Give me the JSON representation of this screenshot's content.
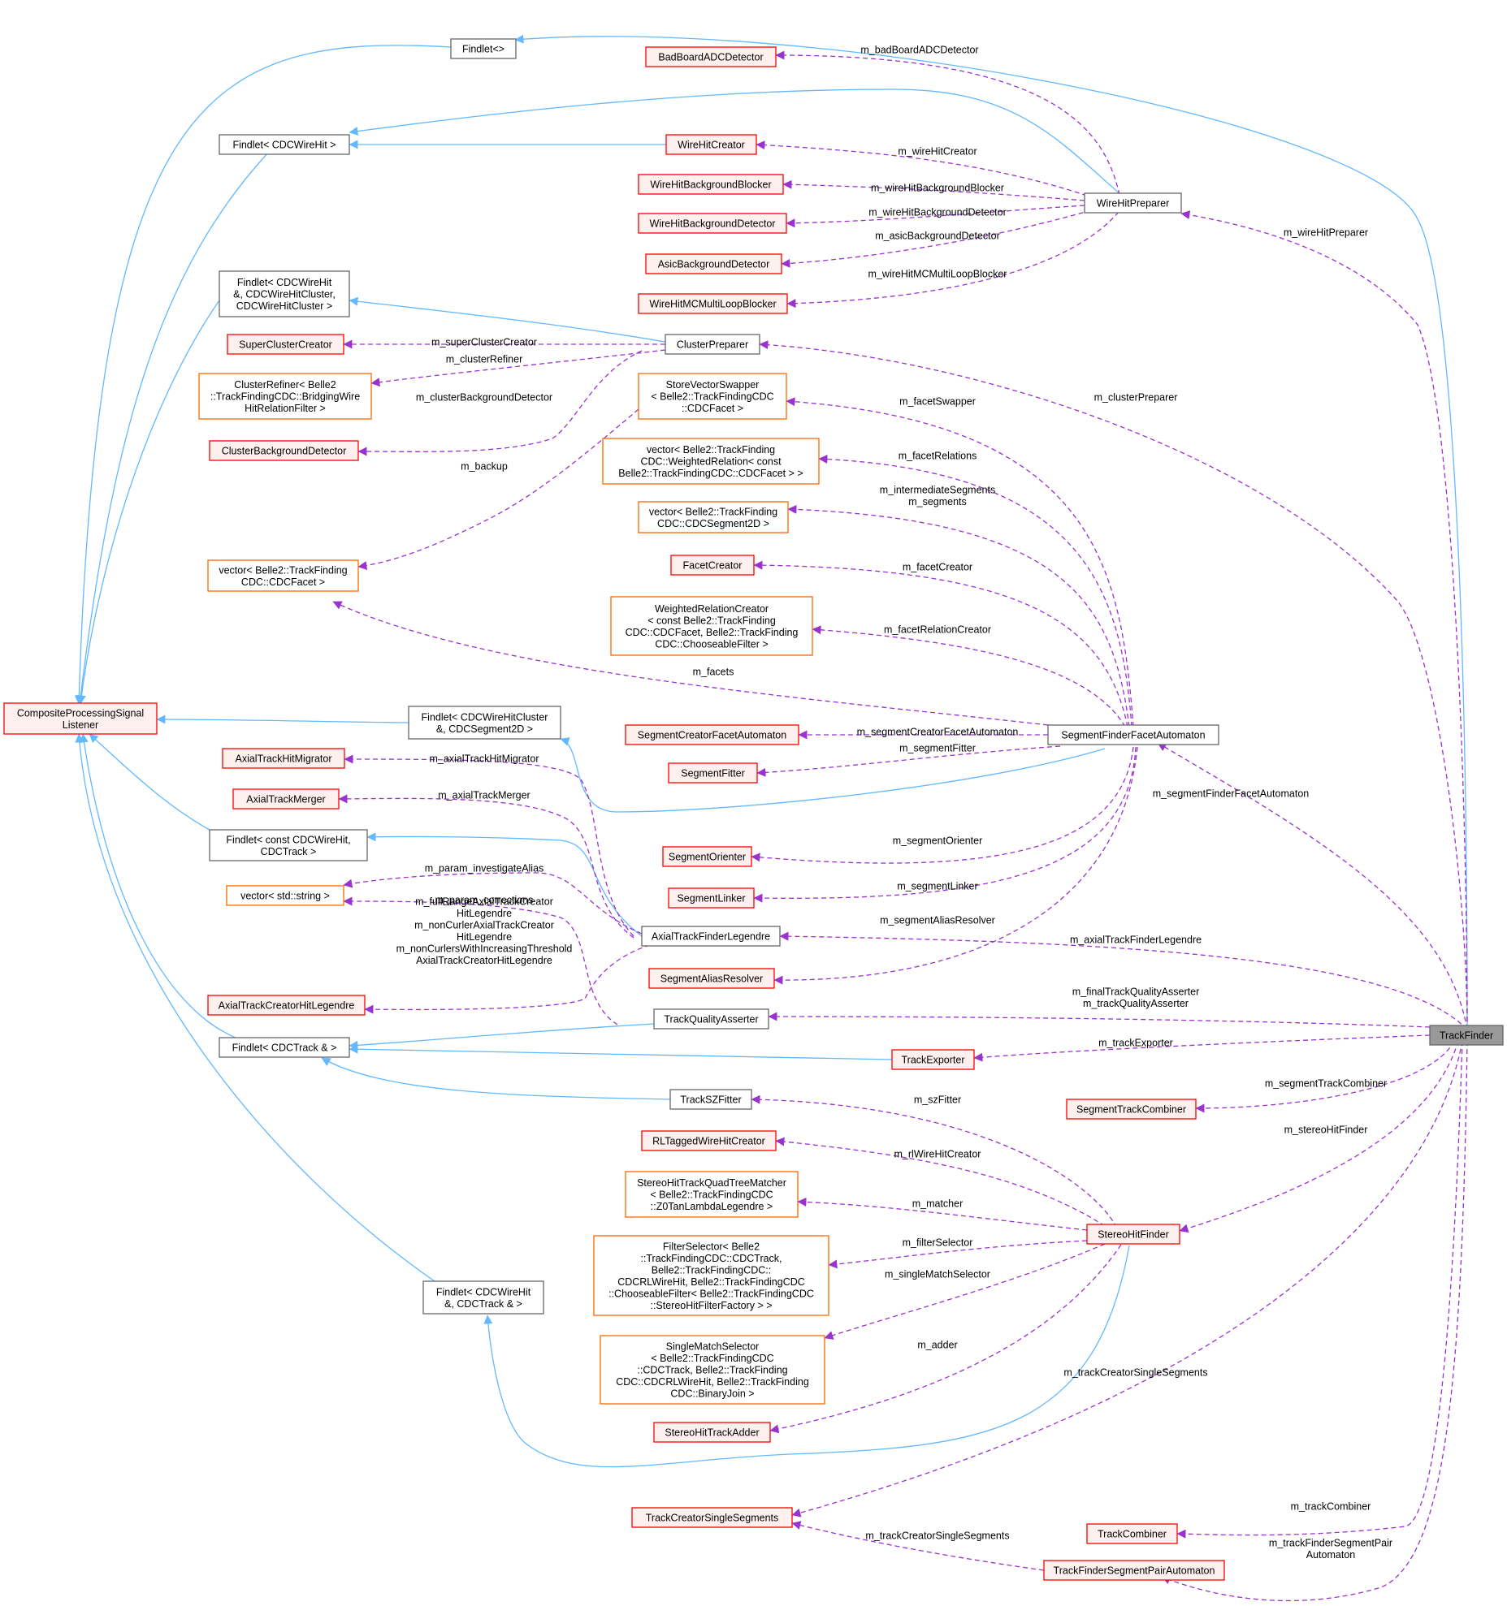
{
  "colors": {
    "inheritance": "#63b8ff",
    "usage": "#9a32cd",
    "node_border_default": "#666666",
    "node_border_red": "#ff0000",
    "node_border_orange": "#ff6600",
    "node_fill_default": "#ffffff",
    "node_fill_red": "#fff0f0",
    "node_fill_focus": "#999999"
  },
  "nodes": [
    {
      "id": "findlet_tpl",
      "lines": [
        "Findlet<>"
      ],
      "style": "default"
    },
    {
      "id": "bad_board",
      "lines": [
        "BadBoardADCDetector"
      ],
      "style": "red"
    },
    {
      "id": "findlet_wirehit",
      "lines": [
        "Findlet< CDCWireHit >"
      ],
      "style": "default"
    },
    {
      "id": "wirehit_creator",
      "lines": [
        "WireHitCreator"
      ],
      "style": "red"
    },
    {
      "id": "wh_bg_blocker",
      "lines": [
        "WireHitBackgroundBlocker"
      ],
      "style": "red"
    },
    {
      "id": "wh_bg_detector",
      "lines": [
        "WireHitBackgroundDetector"
      ],
      "style": "red"
    },
    {
      "id": "asic_bg",
      "lines": [
        "AsicBackgroundDetector"
      ],
      "style": "red"
    },
    {
      "id": "wh_mc_blocker",
      "lines": [
        "WireHitMCMultiLoopBlocker"
      ],
      "style": "red"
    },
    {
      "id": "wirehit_preparer",
      "lines": [
        "WireHitPreparer"
      ],
      "style": "default"
    },
    {
      "id": "findlet_cluster",
      "lines": [
        "Findlet< CDCWireHit",
        " &, CDCWireHitCluster,",
        "CDCWireHitCluster >"
      ],
      "style": "default"
    },
    {
      "id": "super_cluster",
      "lines": [
        "SuperClusterCreator"
      ],
      "style": "red"
    },
    {
      "id": "cluster_preparer",
      "lines": [
        "ClusterPreparer"
      ],
      "style": "default"
    },
    {
      "id": "cluster_refiner",
      "lines": [
        "ClusterRefiner< Belle2",
        "::TrackFindingCDC::BridgingWire",
        "HitRelationFilter >"
      ],
      "style": "orange"
    },
    {
      "id": "cluster_bg",
      "lines": [
        "ClusterBackgroundDetector"
      ],
      "style": "red"
    },
    {
      "id": "store_swapper",
      "lines": [
        "StoreVectorSwapper",
        "< Belle2::TrackFindingCDC",
        "::CDCFacet >"
      ],
      "style": "orange"
    },
    {
      "id": "vec_weighted",
      "lines": [
        "vector< Belle2::TrackFinding",
        "CDC::WeightedRelation< const",
        "Belle2::TrackFindingCDC::CDCFacet > >"
      ],
      "style": "orange"
    },
    {
      "id": "vec_segment2d",
      "lines": [
        "vector< Belle2::TrackFinding",
        "CDC::CDCSegment2D >"
      ],
      "style": "orange"
    },
    {
      "id": "facet_creator",
      "lines": [
        "FacetCreator"
      ],
      "style": "red"
    },
    {
      "id": "vec_facet",
      "lines": [
        "vector< Belle2::TrackFinding",
        "CDC::CDCFacet >"
      ],
      "style": "orange"
    },
    {
      "id": "weighted_rel_creator",
      "lines": [
        "WeightedRelationCreator",
        "< const Belle2::TrackFinding",
        "CDC::CDCFacet, Belle2::TrackFinding",
        "CDC::ChooseableFilter >"
      ],
      "style": "orange"
    },
    {
      "id": "composite",
      "lines": [
        "CompositeProcessingSignal",
        "Listener"
      ],
      "style": "red"
    },
    {
      "id": "findlet_seg2d",
      "lines": [
        "Findlet< CDCWireHitCluster",
        " &, CDCSegment2D >"
      ],
      "style": "default"
    },
    {
      "id": "seg_creator_fa",
      "lines": [
        "SegmentCreatorFacetAutomaton"
      ],
      "style": "red"
    },
    {
      "id": "seg_finder_fa",
      "lines": [
        "SegmentFinderFacetAutomaton"
      ],
      "style": "default"
    },
    {
      "id": "axial_migrator",
      "lines": [
        "AxialTrackHitMigrator"
      ],
      "style": "red"
    },
    {
      "id": "segment_fitter",
      "lines": [
        "SegmentFitter"
      ],
      "style": "red"
    },
    {
      "id": "axial_merger",
      "lines": [
        "AxialTrackMerger"
      ],
      "style": "red"
    },
    {
      "id": "findlet_const",
      "lines": [
        "Findlet< const CDCWireHit,",
        "CDCTrack >"
      ],
      "style": "default"
    },
    {
      "id": "segment_orienter",
      "lines": [
        "SegmentOrienter"
      ],
      "style": "red"
    },
    {
      "id": "vec_string",
      "lines": [
        "vector< std::string >"
      ],
      "style": "orange"
    },
    {
      "id": "segment_linker",
      "lines": [
        "SegmentLinker"
      ],
      "style": "red"
    },
    {
      "id": "axial_legendre",
      "lines": [
        "AxialTrackFinderLegendre"
      ],
      "style": "default"
    },
    {
      "id": "axial_creator_legendre",
      "lines": [
        "AxialTrackCreatorHitLegendre"
      ],
      "style": "red"
    },
    {
      "id": "seg_alias",
      "lines": [
        "SegmentAliasResolver"
      ],
      "style": "red"
    },
    {
      "id": "track_quality",
      "lines": [
        "TrackQualityAsserter"
      ],
      "style": "default"
    },
    {
      "id": "findlet_track",
      "lines": [
        "Findlet< CDCTrack & >"
      ],
      "style": "default"
    },
    {
      "id": "track_exporter",
      "lines": [
        "TrackExporter"
      ],
      "style": "red"
    },
    {
      "id": "track_finder",
      "lines": [
        "TrackFinder"
      ],
      "style": "focus"
    },
    {
      "id": "track_sz",
      "lines": [
        "TrackSZFitter"
      ],
      "style": "default"
    },
    {
      "id": "seg_track_combiner",
      "lines": [
        "SegmentTrackCombiner"
      ],
      "style": "red"
    },
    {
      "id": "rl_tagged",
      "lines": [
        "RLTaggedWireHitCreator"
      ],
      "style": "red"
    },
    {
      "id": "stereo_quadtree",
      "lines": [
        "StereoHitTrackQuadTreeMatcher",
        "< Belle2::TrackFindingCDC",
        "::Z0TanLambdaLegendre >"
      ],
      "style": "orange"
    },
    {
      "id": "stereo_finder",
      "lines": [
        "StereoHitFinder"
      ],
      "style": "red"
    },
    {
      "id": "filter_selector",
      "lines": [
        "FilterSelector< Belle2",
        "::TrackFindingCDC::CDCTrack,",
        " Belle2::TrackFindingCDC::",
        "CDCRLWireHit, Belle2::TrackFindingCDC",
        "::ChooseableFilter< Belle2::TrackFindingCDC",
        "::StereoHitFilterFactory > >"
      ],
      "style": "orange"
    },
    {
      "id": "findlet_wh_track",
      "lines": [
        "Findlet< CDCWireHit",
        "&, CDCTrack & >"
      ],
      "style": "default"
    },
    {
      "id": "single_match",
      "lines": [
        "SingleMatchSelector",
        "< Belle2::TrackFindingCDC",
        "::CDCTrack, Belle2::TrackFinding",
        "CDC::CDCRLWireHit, Belle2::TrackFinding",
        "CDC::BinaryJoin >"
      ],
      "style": "orange"
    },
    {
      "id": "stereo_adder",
      "lines": [
        "StereoHitTrackAdder"
      ],
      "style": "red"
    },
    {
      "id": "track_creator_single",
      "lines": [
        "TrackCreatorSingleSegments"
      ],
      "style": "red"
    },
    {
      "id": "track_combiner",
      "lines": [
        "TrackCombiner"
      ],
      "style": "red"
    },
    {
      "id": "tf_segpair",
      "lines": [
        "TrackFinderSegmentPairAutomaton"
      ],
      "style": "red"
    }
  ],
  "edge_labels": [
    {
      "id": "badboard",
      "lines": [
        "m_badBoardADCDetector"
      ]
    },
    {
      "id": "whcreator",
      "lines": [
        "m_wireHitCreator"
      ]
    },
    {
      "id": "whbgblocker",
      "lines": [
        "m_wireHitBackgroundBlocker"
      ]
    },
    {
      "id": "whbgdetector",
      "lines": [
        "m_wireHitBackgroundDetector"
      ]
    },
    {
      "id": "asicbg",
      "lines": [
        "m_asicBackgroundDetector"
      ]
    },
    {
      "id": "whmc",
      "lines": [
        "m_wireHitMCMultiLoopBlocker"
      ]
    },
    {
      "id": "whpreparer",
      "lines": [
        "m_wireHitPreparer"
      ]
    },
    {
      "id": "supercluster",
      "lines": [
        "m_superClusterCreator"
      ]
    },
    {
      "id": "clusterrefiner",
      "lines": [
        "m_clusterRefiner"
      ]
    },
    {
      "id": "clusterbg",
      "lines": [
        "m_clusterBackgroundDetector"
      ]
    },
    {
      "id": "clusterpreparer",
      "lines": [
        "m_clusterPreparer"
      ]
    },
    {
      "id": "facetswapper",
      "lines": [
        "m_facetSwapper"
      ]
    },
    {
      "id": "backup",
      "lines": [
        "m_backup"
      ]
    },
    {
      "id": "facetrelations",
      "lines": [
        "m_facetRelations"
      ]
    },
    {
      "id": "intermediate",
      "lines": [
        "m_intermediateSegments",
        "m_segments"
      ]
    },
    {
      "id": "facetcreator",
      "lines": [
        "m_facetCreator"
      ]
    },
    {
      "id": "facetrelcreator",
      "lines": [
        "m_facetRelationCreator"
      ]
    },
    {
      "id": "facets",
      "lines": [
        "m_facets"
      ]
    },
    {
      "id": "segcreatorfa",
      "lines": [
        "m_segmentCreatorFacetAutomaton"
      ]
    },
    {
      "id": "segfitter",
      "lines": [
        "m_segmentFitter"
      ]
    },
    {
      "id": "axialmigrator",
      "lines": [
        "m_axialTrackHitMigrator"
      ]
    },
    {
      "id": "segfinderfa",
      "lines": [
        "m_segmentFinderFacetAutomaton"
      ]
    },
    {
      "id": "axialmerger",
      "lines": [
        "m_axialTrackMerger"
      ]
    },
    {
      "id": "segorienter",
      "lines": [
        "m_segmentOrienter"
      ]
    },
    {
      "id": "investigate",
      "lines": [
        "m_param_investigateAlias"
      ]
    },
    {
      "id": "seglinker",
      "lines": [
        "m_segmentLinker"
      ]
    },
    {
      "id": "corrections",
      "lines": [
        "m_param_corrections"
      ]
    },
    {
      "id": "segalias",
      "lines": [
        "m_segmentAliasResolver"
      ]
    },
    {
      "id": "legendrecreators",
      "lines": [
        "m_fullRangeAxialTrackCreator",
        "HitLegendre",
        "m_nonCurlerAxialTrackCreator",
        "HitLegendre",
        "m_nonCurlersWithIncreasingThreshold",
        "AxialTrackCreatorHitLegendre"
      ]
    },
    {
      "id": "axiallegendre",
      "lines": [
        "m_axialTrackFinderLegendre"
      ]
    },
    {
      "id": "finalquality",
      "lines": [
        "m_finalTrackQualityAsserter",
        "m_trackQualityAsserter"
      ]
    },
    {
      "id": "trackexporter",
      "lines": [
        "m_trackExporter"
      ]
    },
    {
      "id": "segtrackcombiner",
      "lines": [
        "m_segmentTrackCombiner"
      ]
    },
    {
      "id": "szfitter",
      "lines": [
        "m_szFitter"
      ]
    },
    {
      "id": "stereofinder",
      "lines": [
        "m_stereoHitFinder"
      ]
    },
    {
      "id": "rlwirehit",
      "lines": [
        "m_rlWireHitCreator"
      ]
    },
    {
      "id": "matcher",
      "lines": [
        "m_matcher"
      ]
    },
    {
      "id": "filterselector",
      "lines": [
        "m_filterSelector"
      ]
    },
    {
      "id": "singlematch",
      "lines": [
        "m_singleMatchSelector"
      ]
    },
    {
      "id": "adder",
      "lines": [
        "m_adder"
      ]
    },
    {
      "id": "tcsingle1",
      "lines": [
        "m_trackCreatorSingleSegments"
      ]
    },
    {
      "id": "trackcombiner",
      "lines": [
        "m_trackCombiner"
      ]
    },
    {
      "id": "tcsingle2",
      "lines": [
        "m_trackCreatorSingleSegments"
      ]
    },
    {
      "id": "segpair",
      "lines": [
        "m_trackFinderSegmentPair",
        "Automaton"
      ]
    }
  ]
}
